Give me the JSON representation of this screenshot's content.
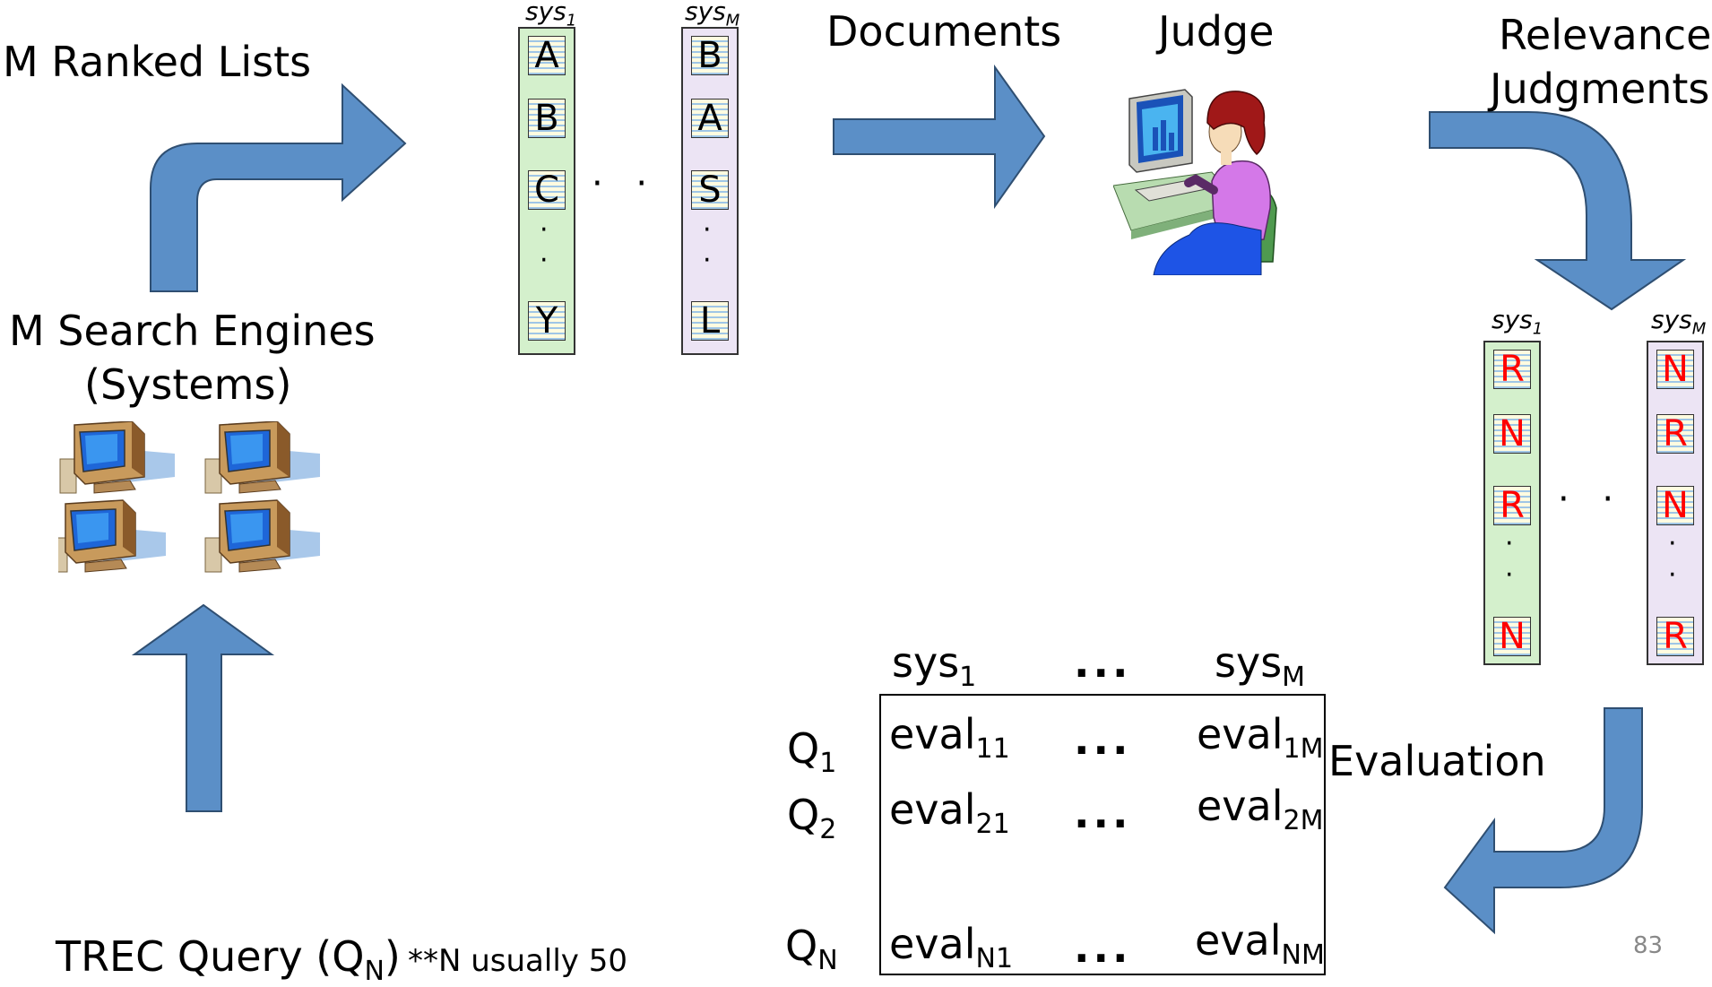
{
  "labels": {
    "ranked_lists": "M Ranked Lists",
    "engines_line1": "M Search Engines",
    "engines_line2": "(Systems)",
    "documents": "Documents",
    "judge": "Judge",
    "relevance_line1": "Relevance",
    "relevance_line2": "Judgments",
    "evaluation": "Evaluation",
    "trec_query": "TREC Query (Q",
    "trec_query_sub": "N",
    "trec_query_close": ")",
    "trec_note": "**N usually 50",
    "page_number": "83"
  },
  "ranked_lists": {
    "sys1_label": "sys",
    "sys1_sub": "1",
    "sysM_label": "sys",
    "sysM_sub": "M",
    "sys1_items": [
      "A",
      "B",
      "C",
      "Y"
    ],
    "sysM_items": [
      "B",
      "A",
      "S",
      "L"
    ],
    "dots": "· · ·",
    "vdot": "·"
  },
  "judgments": {
    "sys1_label": "sys",
    "sys1_sub": "1",
    "sysM_label": "sys",
    "sysM_sub": "M",
    "sys1_items": [
      "R",
      "N",
      "R",
      "N"
    ],
    "sysM_items": [
      "N",
      "R",
      "N",
      "R"
    ],
    "dots": "· · ·",
    "vdot": "·"
  },
  "matrix": {
    "col1": "sys",
    "col1_sub": "1",
    "colM": "sys",
    "colM_sub": "M",
    "dots": "...",
    "rows": [
      {
        "q": "Q",
        "q_sub": "1",
        "e1": "eval",
        "e1_sub": "11",
        "eM": "eval",
        "eM_sub": "1M"
      },
      {
        "q": "Q",
        "q_sub": "2",
        "e1": "eval",
        "e1_sub": "21",
        "eM": "eval",
        "eM_sub": "2M"
      },
      {
        "q": "Q",
        "q_sub": "N",
        "e1": "eval",
        "e1_sub": "N1",
        "eM": "eval",
        "eM_sub": "NM"
      }
    ]
  },
  "colors": {
    "arrow_fill": "#5b8fc7",
    "arrow_stroke": "#2f4f72",
    "list_sys1_bg": "#d4f0cc",
    "list_sysM_bg": "#ece4f4",
    "judgment_text": "#ff0000"
  },
  "icons": [
    "computer-icon",
    "judge-person-icon"
  ]
}
